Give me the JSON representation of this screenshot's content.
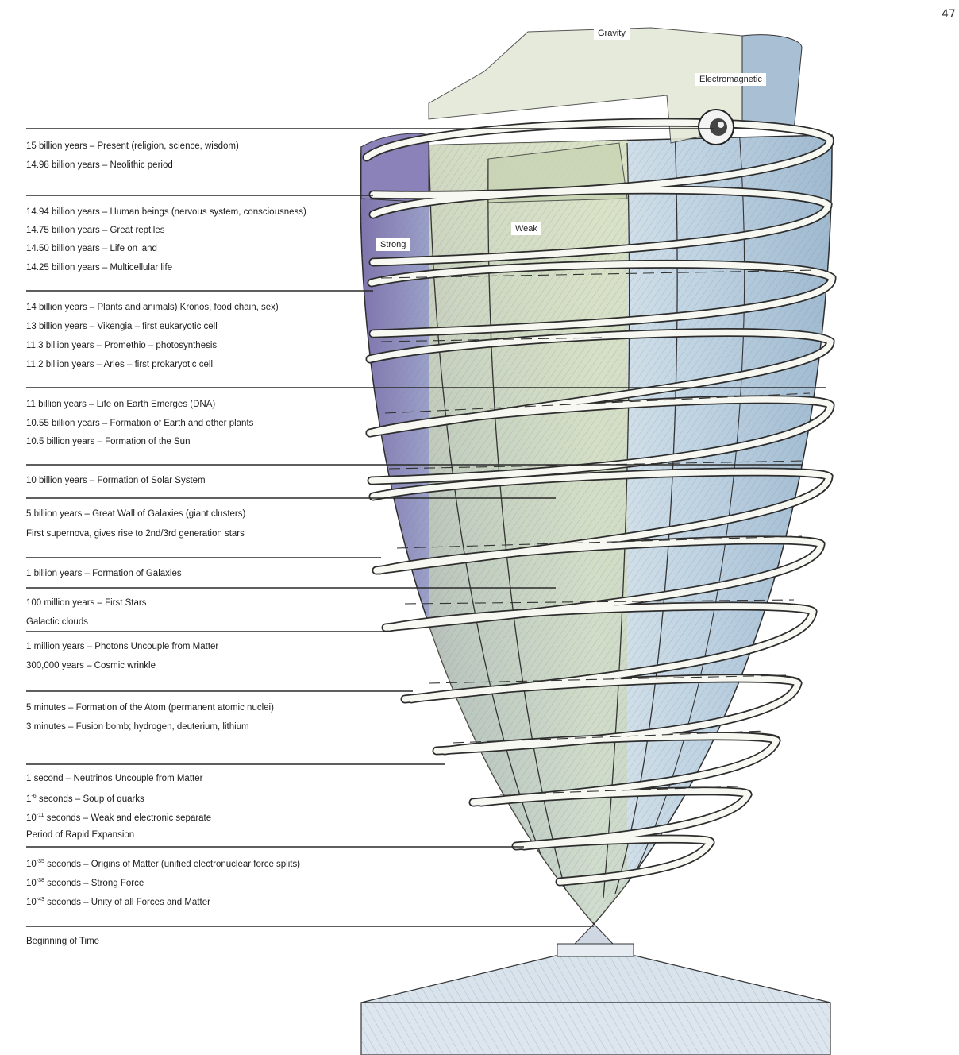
{
  "page_number": "47",
  "forces": {
    "gravity": "Gravity",
    "electromagnetic": "Electromagnetic",
    "strong": "Strong",
    "weak": "Weak"
  },
  "timeline": [
    {
      "label": "15 billion years – Present (religion, science, wisdom)"
    },
    {
      "label": "14.98 billion years – Neolithic period"
    },
    {
      "label": "14.94 billion years – Human beings (nervous system, consciousness)"
    },
    {
      "label": "14.75 billion years – Great reptiles"
    },
    {
      "label": "14.50 billion years – Life on land"
    },
    {
      "label": "14.25 billion years – Multicellular life"
    },
    {
      "label": "14 billion years – Plants and animals) Kronos, food chain, sex)"
    },
    {
      "label": "13 billion years – Vikengia – first eukaryotic cell"
    },
    {
      "label": "11.3 billion years – Promethio – photosynthesis"
    },
    {
      "label": "11.2 billion years – Aries – first prokaryotic cell"
    },
    {
      "label": "11 billion years – Life on Earth Emerges (DNA)"
    },
    {
      "label": "10.55 billion years – Formation of Earth and other plants"
    },
    {
      "label": "10.5 billion years – Formation of the Sun"
    },
    {
      "label": "10 billion years – Formation of Solar System"
    },
    {
      "label": "5 billion years – Great Wall of Galaxies (giant clusters)"
    },
    {
      "label": "First supernova, gives rise to 2nd/3rd generation stars"
    },
    {
      "label": "1 billion years – Formation of Galaxies"
    },
    {
      "label": "100 million years – First Stars"
    },
    {
      "label": "Galactic clouds"
    },
    {
      "label": "1 million years – Photons Uncouple from Matter"
    },
    {
      "label": "300,000 years – Cosmic wrinkle"
    },
    {
      "label": "5 minutes – Formation of the Atom (permanent atomic nuclei)"
    },
    {
      "label": "3 minutes – Fusion bomb; hydrogen, deuterium, lithium"
    },
    {
      "label": "1 second – Neutrinos Uncouple from Matter"
    },
    {
      "base": "1",
      "exp": "-6",
      "rest": " seconds – Soup of quarks"
    },
    {
      "base": "10",
      "exp": "-11",
      "rest": " seconds – Weak and electronic separate"
    },
    {
      "label": "Period of Rapid Expansion"
    },
    {
      "base": "10",
      "exp": "-35",
      "rest": " seconds – Origins of Matter (unified electronuclear force splits)"
    },
    {
      "base": "10",
      "exp": "-38",
      "rest": " seconds – Strong Force"
    },
    {
      "base": "10",
      "exp": "-43",
      "rest": " seconds – Unity of all Forces and Matter"
    },
    {
      "label": "Beginning of Time"
    }
  ],
  "colors": {
    "ink": "#2a2a2a",
    "violet_wash": "#8a80b8",
    "blue_wash": "#b9cfe0",
    "green_wash": "#c9d3a8",
    "ribbon": "#f7f7f3"
  }
}
